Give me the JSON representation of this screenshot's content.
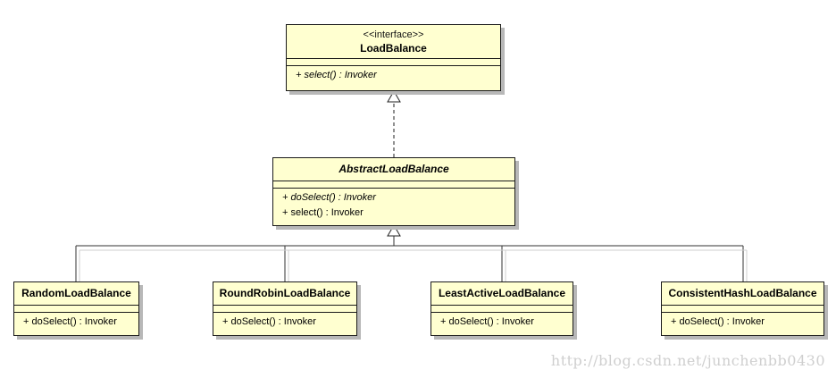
{
  "interface": {
    "stereotype": "<<interface>>",
    "name": "LoadBalance",
    "ops": [
      "+ select() : Invoker"
    ]
  },
  "abstract_class": {
    "name": "AbstractLoadBalance",
    "ops": [
      "+ doSelect() : Invoker",
      "+ select() : Invoker"
    ]
  },
  "subclasses": [
    {
      "name": "RandomLoadBalance",
      "op": "+ doSelect() : Invoker"
    },
    {
      "name": "RoundRobinLoadBalance",
      "op": "+ doSelect() : Invoker"
    },
    {
      "name": "LeastActiveLoadBalance",
      "op": "+ doSelect() : Invoker"
    },
    {
      "name": "ConsistentHashLoadBalance",
      "op": "+ doSelect() : Invoker"
    }
  ],
  "watermark": "http://blog.csdn.net/junchenbb0430"
}
